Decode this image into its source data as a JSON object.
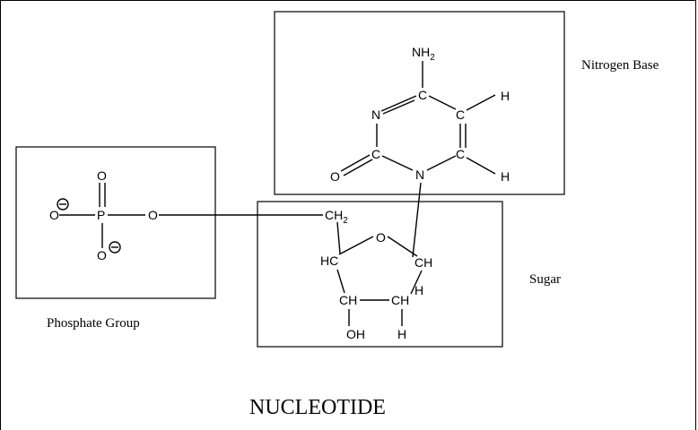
{
  "title": "NUCLEOTIDE",
  "labels": {
    "nitrogen_base": "Nitrogen Base",
    "sugar": "Sugar",
    "phosphate_group": "Phosphate Group"
  },
  "atoms": {
    "nh": "NH",
    "two": "2",
    "n": "N",
    "c": "C",
    "h": "H",
    "o": "O",
    "p": "P",
    "ch2": "CH",
    "hc": "HC",
    "ch": "CH",
    "oh": "OH",
    "minus": "−"
  }
}
